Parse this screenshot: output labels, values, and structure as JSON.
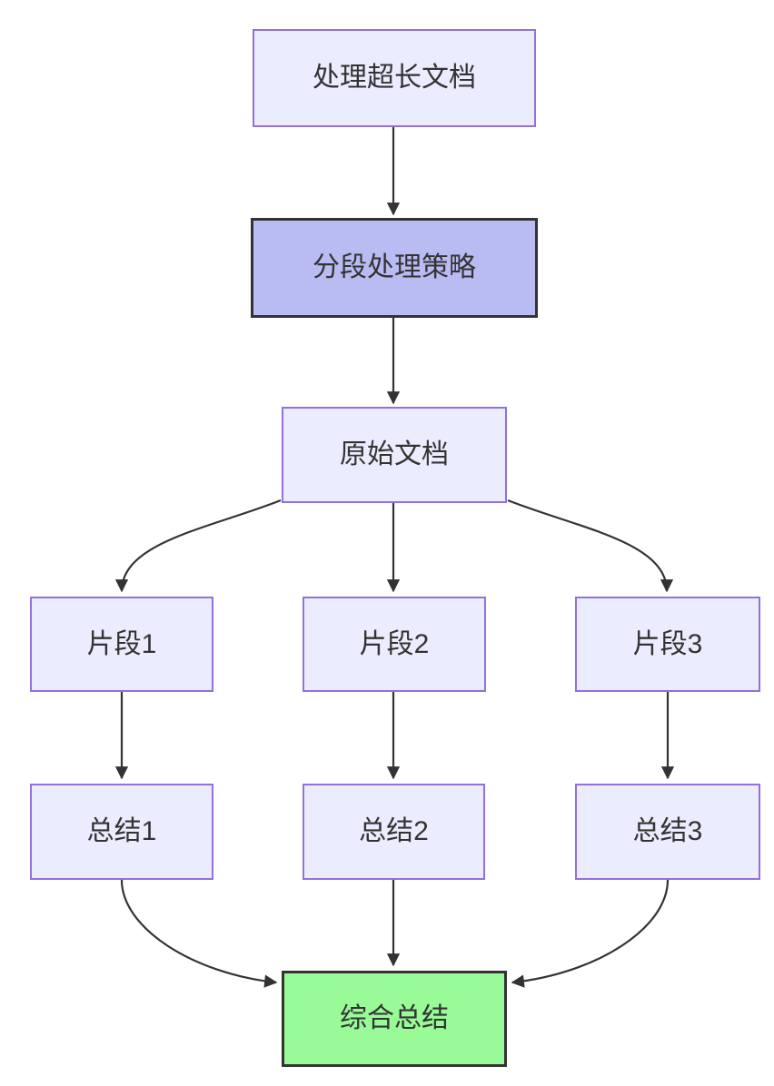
{
  "diagram": {
    "type": "flowchart",
    "direction": "top-down",
    "nodes": [
      {
        "id": "A",
        "label": "处理超长文档",
        "kind": "default"
      },
      {
        "id": "B",
        "label": "分段处理策略",
        "kind": "emphasis"
      },
      {
        "id": "C",
        "label": "原始文档",
        "kind": "default"
      },
      {
        "id": "D1",
        "label": "片段1",
        "kind": "default"
      },
      {
        "id": "D2",
        "label": "片段2",
        "kind": "default"
      },
      {
        "id": "D3",
        "label": "片段3",
        "kind": "default"
      },
      {
        "id": "S1",
        "label": "总结1",
        "kind": "default"
      },
      {
        "id": "S2",
        "label": "总结2",
        "kind": "default"
      },
      {
        "id": "S3",
        "label": "总结3",
        "kind": "default"
      },
      {
        "id": "F",
        "label": "综合总结",
        "kind": "result"
      }
    ],
    "edges": [
      {
        "from": "A",
        "to": "B"
      },
      {
        "from": "B",
        "to": "C"
      },
      {
        "from": "C",
        "to": "D1"
      },
      {
        "from": "C",
        "to": "D2"
      },
      {
        "from": "C",
        "to": "D3"
      },
      {
        "from": "D1",
        "to": "S1"
      },
      {
        "from": "D2",
        "to": "S2"
      },
      {
        "from": "D3",
        "to": "S3"
      },
      {
        "from": "S1",
        "to": "F"
      },
      {
        "from": "S2",
        "to": "F"
      },
      {
        "from": "S3",
        "to": "F"
      }
    ],
    "colors": {
      "background": "#ffffff",
      "node_fill": "#ececff",
      "node_border": "#9370db",
      "emphasis_fill": "#b9bcf2",
      "emphasis_border": "#333333",
      "result_fill": "#98fb98",
      "result_border": "#333333",
      "edge": "#333333",
      "text": "#333333"
    }
  }
}
